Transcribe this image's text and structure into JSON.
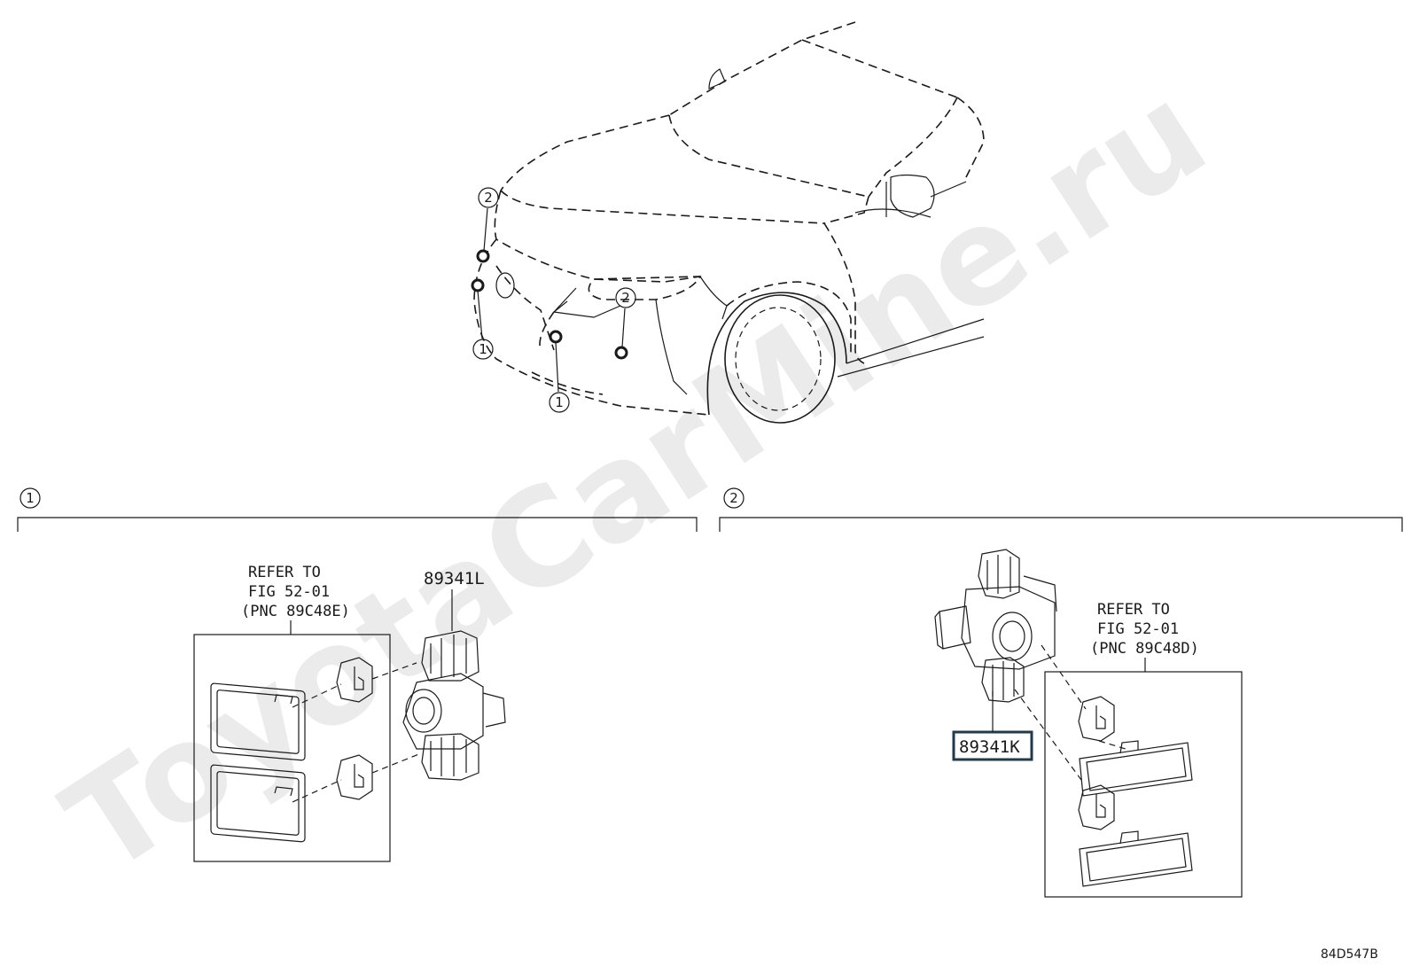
{
  "watermark": "ToyotaCarMine.ru",
  "drawing_id": "84D547B",
  "callouts": {
    "one": "1",
    "two": "2"
  },
  "group_1": {
    "number": "1",
    "refer": {
      "line1": "REFER TO",
      "line2": "FIG 52-01",
      "line3": "(PNC 89C48E)"
    },
    "part_number": "89341L"
  },
  "group_2": {
    "number": "2",
    "refer": {
      "line1": "REFER TO",
      "line2": "FIG 52-01",
      "line3": "(PNC 89C48D)"
    },
    "part_number": "89341K",
    "highlight_color": "#1f3a4d"
  }
}
